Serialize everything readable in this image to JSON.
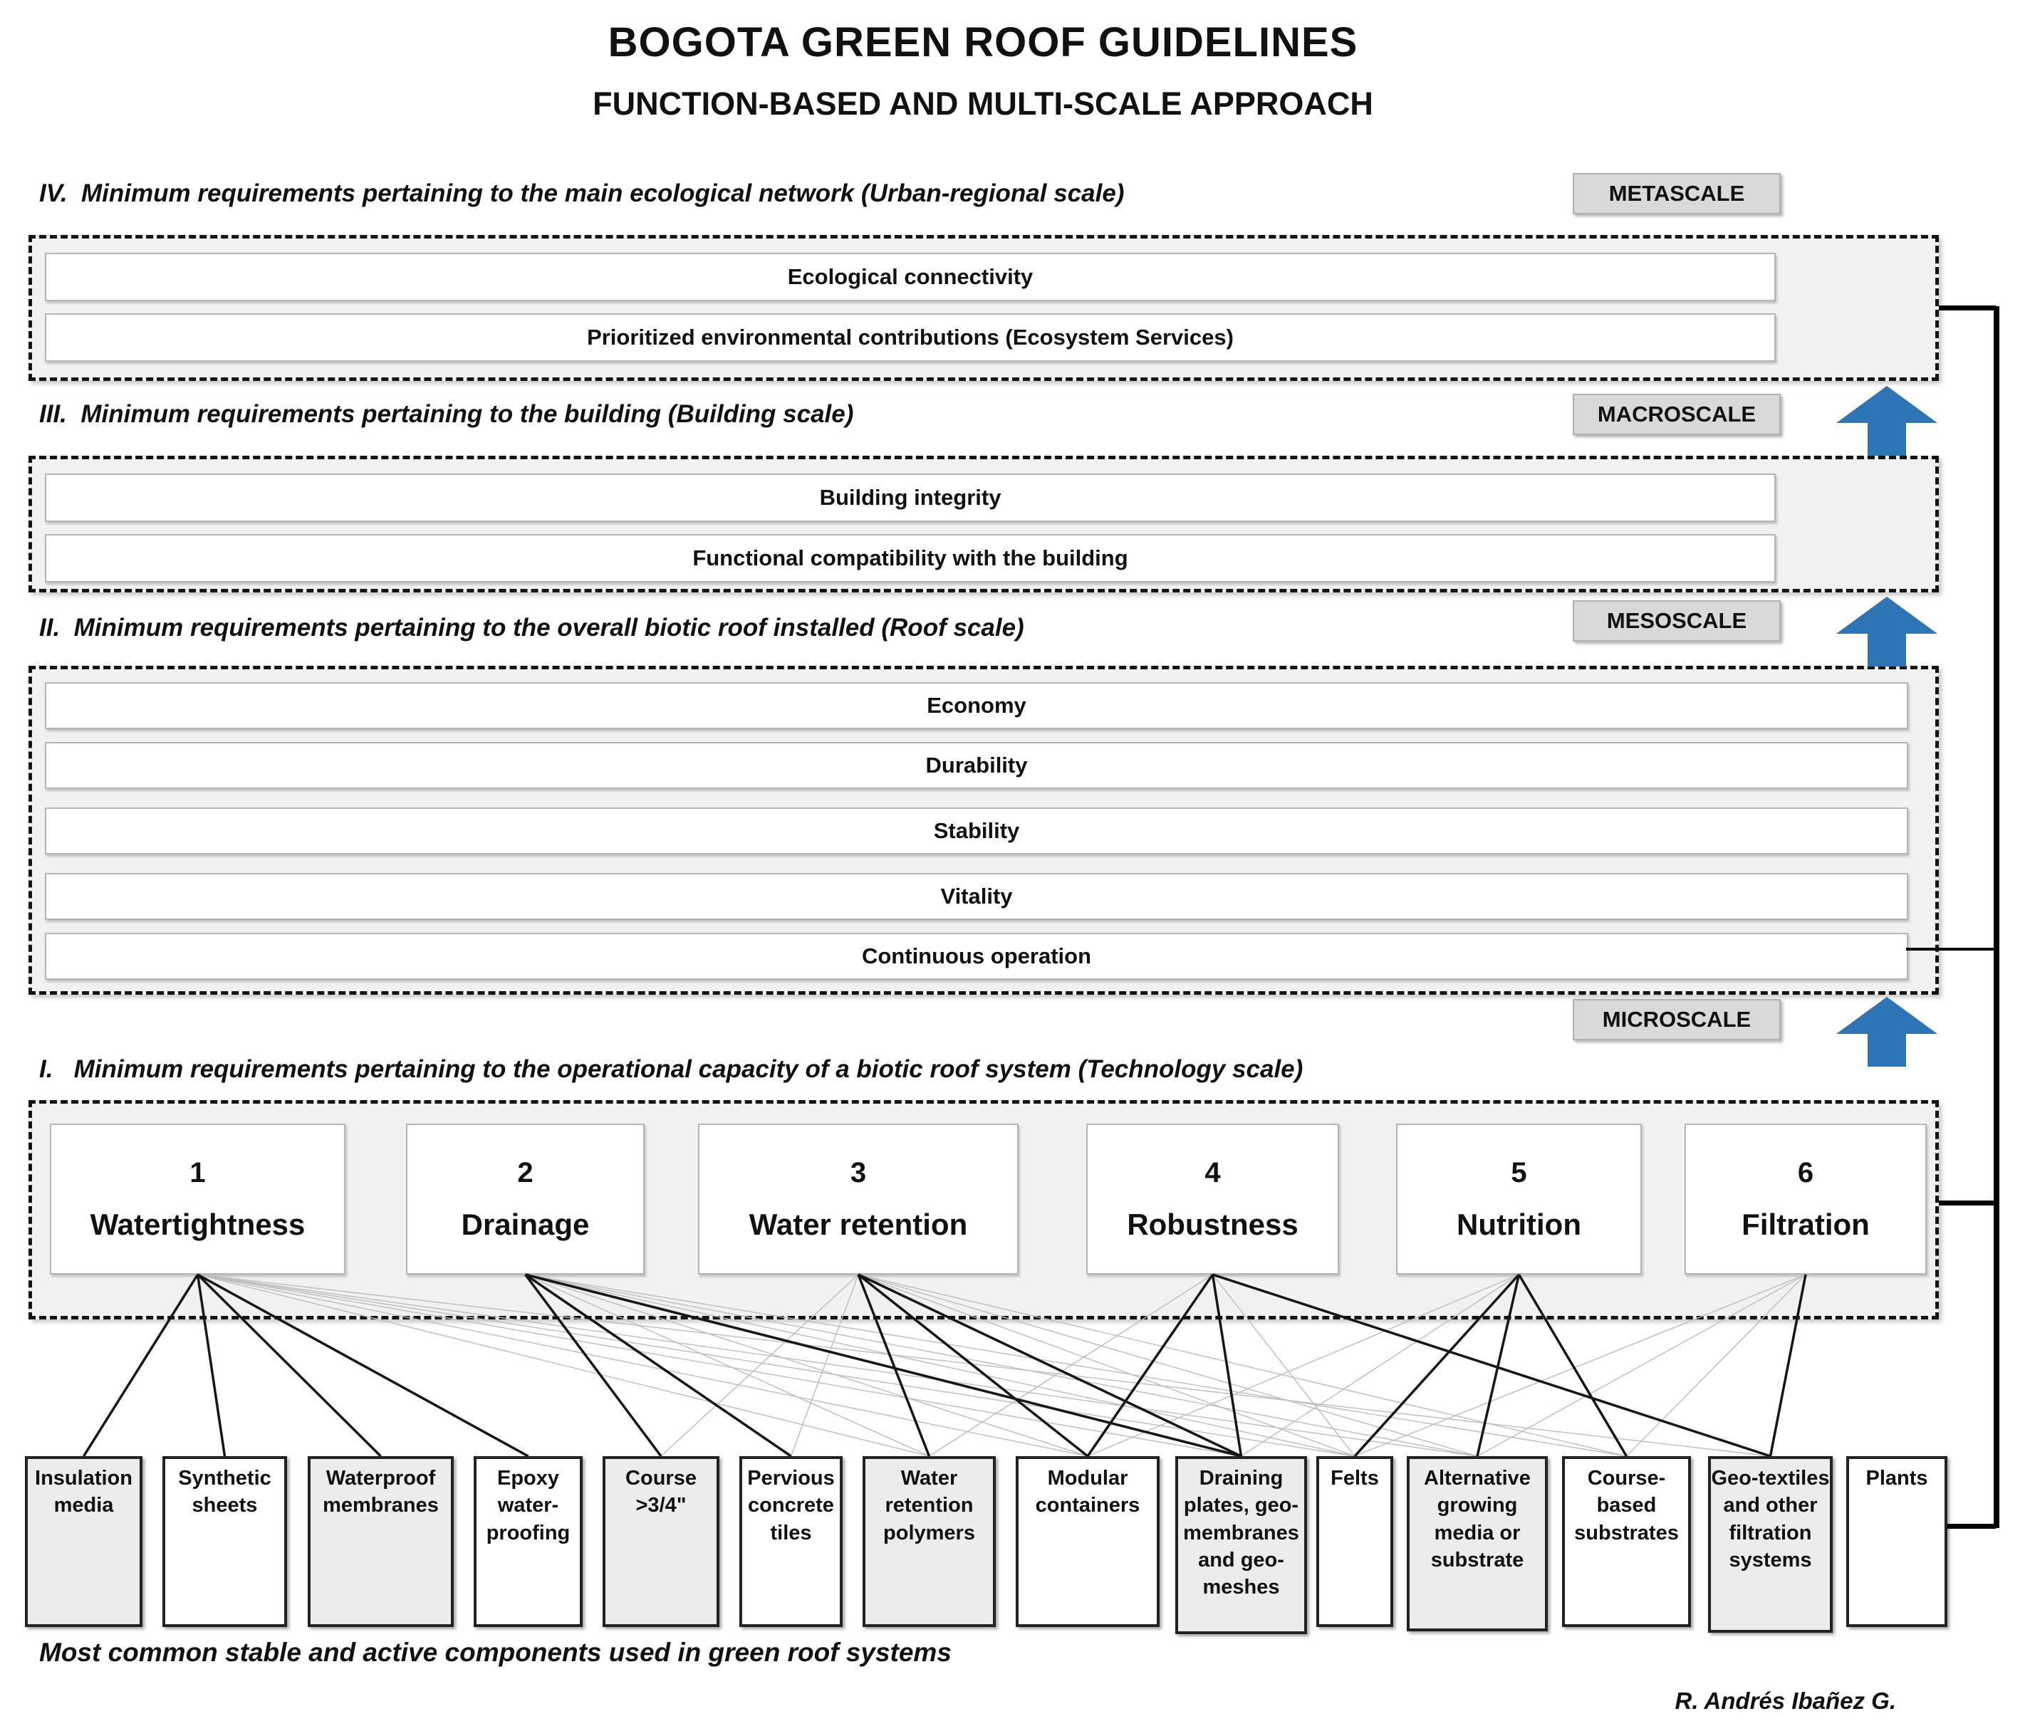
{
  "title": "BOGOTA GREEN ROOF GUIDELINES",
  "subtitle": "FUNCTION-BASED AND MULTI-SCALE APPROACH",
  "accent_blue": "#2E75B6",
  "sections": [
    {
      "id": "IV",
      "heading": "IV.  Minimum requirements pertaining to the main ecological network (Urban-regional scale)",
      "scale_label": "METASCALE",
      "rows": [
        "Ecological connectivity",
        "Prioritized environmental contributions (Ecosystem Services)"
      ]
    },
    {
      "id": "III",
      "heading": "III.  Minimum requirements pertaining to the building (Building scale)",
      "scale_label": "MACROSCALE",
      "rows": [
        "Building integrity",
        "Functional compatibility with the building"
      ]
    },
    {
      "id": "II",
      "heading": "II.  Minimum requirements pertaining to the overall biotic roof installed (Roof scale)",
      "scale_label": "MESOSCALE",
      "rows": [
        "Economy",
        "Durability",
        "Stability",
        "Vitality",
        "Continuous operation"
      ]
    },
    {
      "id": "I",
      "heading": "I.   Minimum requirements pertaining to the operational capacity of a biotic roof system (Technology scale)",
      "scale_label": "MICROSCALE",
      "requirements": [
        {
          "number": "1",
          "label": "Watertightness"
        },
        {
          "number": "2",
          "label": "Drainage"
        },
        {
          "number": "3",
          "label": "Water retention"
        },
        {
          "number": "4",
          "label": "Robustness"
        },
        {
          "number": "5",
          "label": "Nutrition"
        },
        {
          "number": "6",
          "label": "Filtration"
        }
      ]
    }
  ],
  "components": [
    {
      "id": "insulation-media",
      "label": "Insulation media",
      "shaded": true
    },
    {
      "id": "synthetic-sheets",
      "label": "Synthetic sheets",
      "shaded": false
    },
    {
      "id": "waterproof-membranes",
      "label": "Waterproof membranes",
      "shaded": true
    },
    {
      "id": "epoxy-waterproofing",
      "label": "Epoxy water-proofing",
      "shaded": false
    },
    {
      "id": "course-34",
      "label": "Course >3/4\"",
      "shaded": true
    },
    {
      "id": "pervious-concrete-tiles",
      "label": "Pervious concrete tiles",
      "shaded": false
    },
    {
      "id": "water-retention-polymers",
      "label": "Water retention polymers",
      "shaded": true
    },
    {
      "id": "modular-containers",
      "label": "Modular containers",
      "shaded": false
    },
    {
      "id": "draining-plates",
      "label": "Draining plates, geo-membranes and geo-meshes",
      "shaded": true
    },
    {
      "id": "felts",
      "label": "Felts",
      "shaded": false
    },
    {
      "id": "alternative-growing-media",
      "label": "Alternative growing media or substrate",
      "shaded": true
    },
    {
      "id": "course-based-substrates",
      "label": "Course-based substrates",
      "shaded": false
    },
    {
      "id": "geo-textiles",
      "label": "Geo-textiles and other filtration systems",
      "shaded": true
    },
    {
      "id": "plants",
      "label": "Plants",
      "shaded": false
    }
  ],
  "connections": {
    "primary": [
      {
        "from": 0,
        "to": "insulation-media"
      },
      {
        "from": 0,
        "to": "synthetic-sheets"
      },
      {
        "from": 0,
        "to": "waterproof-membranes"
      },
      {
        "from": 0,
        "to": "epoxy-waterproofing"
      },
      {
        "from": 1,
        "to": "course-34"
      },
      {
        "from": 1,
        "to": "pervious-concrete-tiles"
      },
      {
        "from": 1,
        "to": "draining-plates"
      },
      {
        "from": 2,
        "to": "water-retention-polymers"
      },
      {
        "from": 2,
        "to": "modular-containers"
      },
      {
        "from": 2,
        "to": "draining-plates"
      },
      {
        "from": 3,
        "to": "modular-containers"
      },
      {
        "from": 3,
        "to": "draining-plates"
      },
      {
        "from": 3,
        "to": "geo-textiles"
      },
      {
        "from": 4,
        "to": "felts"
      },
      {
        "from": 4,
        "to": "alternative-growing-media"
      },
      {
        "from": 4,
        "to": "course-based-substrates"
      },
      {
        "from": 5,
        "to": "geo-textiles"
      }
    ],
    "secondary": [
      {
        "from": 0,
        "to": "water-retention-polymers"
      },
      {
        "from": 0,
        "to": "modular-containers"
      },
      {
        "from": 0,
        "to": "draining-plates"
      },
      {
        "from": 0,
        "to": "felts"
      },
      {
        "from": 0,
        "to": "alternative-growing-media"
      },
      {
        "from": 0,
        "to": "geo-textiles"
      },
      {
        "from": 1,
        "to": "water-retention-polymers"
      },
      {
        "from": 1,
        "to": "modular-containers"
      },
      {
        "from": 1,
        "to": "felts"
      },
      {
        "from": 1,
        "to": "alternative-growing-media"
      },
      {
        "from": 1,
        "to": "course-based-substrates"
      },
      {
        "from": 2,
        "to": "course-34"
      },
      {
        "from": 2,
        "to": "pervious-concrete-tiles"
      },
      {
        "from": 2,
        "to": "alternative-growing-media"
      },
      {
        "from": 2,
        "to": "course-based-substrates"
      },
      {
        "from": 2,
        "to": "felts"
      },
      {
        "from": 3,
        "to": "water-retention-polymers"
      },
      {
        "from": 3,
        "to": "felts"
      },
      {
        "from": 4,
        "to": "draining-plates"
      },
      {
        "from": 4,
        "to": "modular-containers"
      },
      {
        "from": 5,
        "to": "felts"
      },
      {
        "from": 5,
        "to": "alternative-growing-media"
      },
      {
        "from": 5,
        "to": "course-based-substrates"
      }
    ]
  },
  "footer_note": "Most common stable and active components used in green roof systems",
  "credit": "R. Andrés Ibañez G."
}
